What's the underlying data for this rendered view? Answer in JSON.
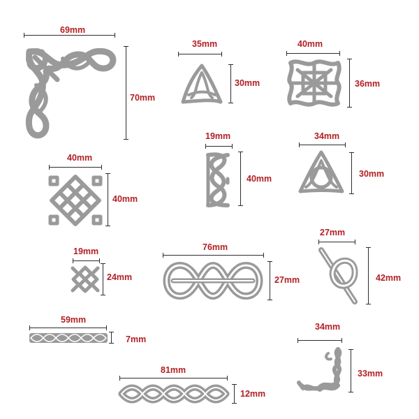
{
  "colors": {
    "shape": "#9a9a9a",
    "label": "#b22024",
    "dimension_line": "#2d2d2d",
    "background": "#ffffff"
  },
  "items": {
    "corner_large": {
      "icon": "celtic-corner-knot-icon",
      "width_label": "69mm",
      "height_label": "70mm"
    },
    "triangle_small": {
      "icon": "triquetra-knot-icon",
      "width_label": "35mm",
      "height_label": "30mm"
    },
    "square_knot_top": {
      "icon": "square-celtic-knot-icon",
      "width_label": "40mm",
      "height_label": "36mm"
    },
    "square_knot_left": {
      "icon": "diamond-weave-knot-icon",
      "width_label": "40mm",
      "height_label": "40mm"
    },
    "vertical_knot": {
      "icon": "vertical-knot-icon",
      "width_label": "19mm",
      "height_label": "40mm"
    },
    "triangle_right": {
      "icon": "triquetra-circle-knot-icon",
      "width_label": "34mm",
      "height_label": "30mm"
    },
    "small_cross": {
      "icon": "small-cross-knot-icon",
      "width_label": "19mm",
      "height_label": "24mm"
    },
    "long_knot": {
      "icon": "long-celtic-knot-icon",
      "width_label": "76mm",
      "height_label": "27mm"
    },
    "loop_knot": {
      "icon": "loop-knot-icon",
      "width_label": "27mm",
      "height_label": "42mm"
    },
    "thin_braid": {
      "icon": "thin-braid-icon",
      "width_label": "59mm",
      "height_label": "7mm"
    },
    "small_corner": {
      "icon": "small-corner-braid-icon",
      "width_label": "34mm",
      "height_label": "33mm"
    },
    "long_braid": {
      "icon": "long-braid-icon",
      "width_label": "81mm",
      "height_label": "12mm"
    }
  }
}
